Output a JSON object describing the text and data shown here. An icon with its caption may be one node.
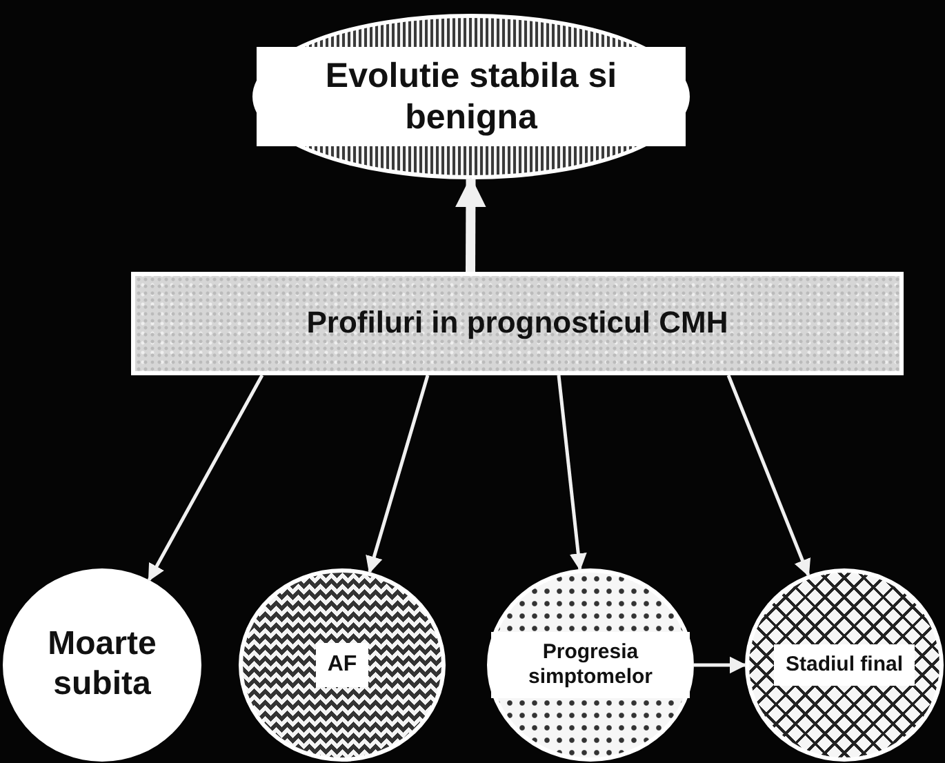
{
  "diagram": {
    "nodes": [
      {
        "text": [
          "Evolutie stabila si benigna"
        ]
      },
      {
        "text": [
          "Profiluri in prognosticul CMH"
        ]
      },
      {
        "text": [
          "Moarte subita"
        ]
      },
      {
        "text": [
          "AF"
        ]
      },
      {
        "text": [
          "Progresia simptomelor"
        ]
      },
      {
        "text": [
          "Stadiul final"
        ]
      }
    ],
    "edges": [
      {
        "from": 1,
        "to": 0,
        "arrow": "to",
        "style": "thick"
      },
      {
        "from": 1,
        "to": 2,
        "arrow": "to"
      },
      {
        "from": 1,
        "to": 3,
        "arrow": "to"
      },
      {
        "from": 1,
        "to": 4,
        "arrow": "to"
      },
      {
        "from": 1,
        "to": 5,
        "arrow": "to"
      },
      {
        "from": 4,
        "to": 5,
        "arrow": "to"
      }
    ]
  }
}
